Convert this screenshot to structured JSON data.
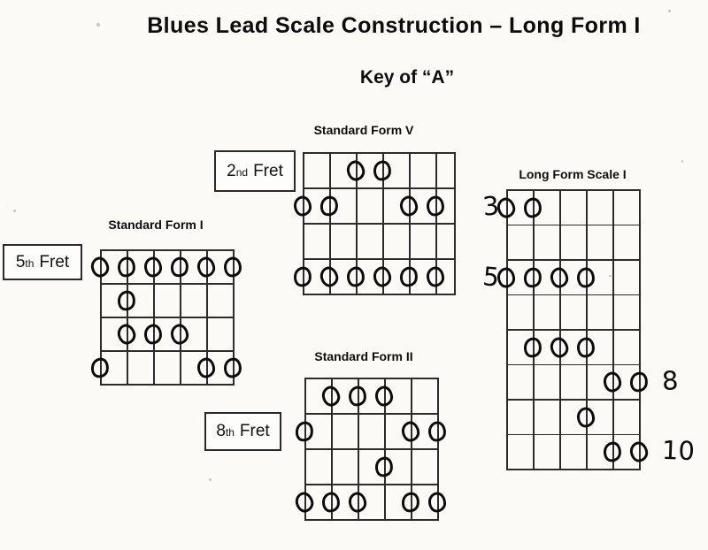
{
  "page": {
    "title": "Blues Lead Scale Construction – Long Form I",
    "subtitle": "Key of “A”"
  },
  "colors": {
    "ink": "#0c0c0c",
    "paper": "#fbfaf7"
  },
  "diagrams": {
    "form5": {
      "title": "Standard Form V",
      "fret_label": {
        "number": "2",
        "ordinal": "nd",
        "word": "Fret"
      },
      "strings": 6,
      "frets": 4,
      "notes": [
        [
          1,
          3
        ],
        [
          1,
          4
        ],
        [
          2,
          1
        ],
        [
          2,
          2
        ],
        [
          2,
          5
        ],
        [
          2,
          6
        ],
        [
          4,
          1
        ],
        [
          4,
          2
        ],
        [
          4,
          3
        ],
        [
          4,
          4
        ],
        [
          4,
          5
        ],
        [
          4,
          6
        ]
      ]
    },
    "form1": {
      "title": "Standard Form I",
      "fret_label": {
        "number": "5",
        "ordinal": "th",
        "word": "Fret"
      },
      "strings": 6,
      "frets": 4,
      "notes": [
        [
          1,
          1
        ],
        [
          1,
          2
        ],
        [
          1,
          3
        ],
        [
          1,
          4
        ],
        [
          1,
          5
        ],
        [
          1,
          6
        ],
        [
          2,
          2
        ],
        [
          3,
          2
        ],
        [
          3,
          3
        ],
        [
          3,
          4
        ],
        [
          4,
          1
        ],
        [
          4,
          5
        ],
        [
          4,
          6
        ]
      ]
    },
    "form2": {
      "title": "Standard Form II",
      "fret_label": {
        "number": "8",
        "ordinal": "th",
        "word": "Fret"
      },
      "strings": 6,
      "frets": 4,
      "notes": [
        [
          1,
          2
        ],
        [
          1,
          3
        ],
        [
          1,
          4
        ],
        [
          2,
          1
        ],
        [
          2,
          5
        ],
        [
          2,
          6
        ],
        [
          3,
          4
        ],
        [
          4,
          1
        ],
        [
          4,
          2
        ],
        [
          4,
          3
        ],
        [
          4,
          5
        ],
        [
          4,
          6
        ]
      ]
    },
    "longform": {
      "title": "Long Form Scale I",
      "strings": 6,
      "frets": 8,
      "notes": [
        [
          1,
          1
        ],
        [
          1,
          2
        ],
        [
          3,
          1
        ],
        [
          3,
          2
        ],
        [
          3,
          3
        ],
        [
          3,
          4
        ],
        [
          5,
          2
        ],
        [
          5,
          3
        ],
        [
          5,
          4
        ],
        [
          6,
          5
        ],
        [
          6,
          6
        ],
        [
          7,
          4
        ],
        [
          8,
          5
        ],
        [
          8,
          6
        ]
      ],
      "fret_markers": [
        {
          "label": "3",
          "row": 1,
          "side": "left"
        },
        {
          "label": "5",
          "row": 3,
          "side": "left"
        },
        {
          "label": "8",
          "row": 6,
          "side": "right"
        },
        {
          "label": "10",
          "row": 8,
          "side": "right"
        }
      ]
    }
  }
}
